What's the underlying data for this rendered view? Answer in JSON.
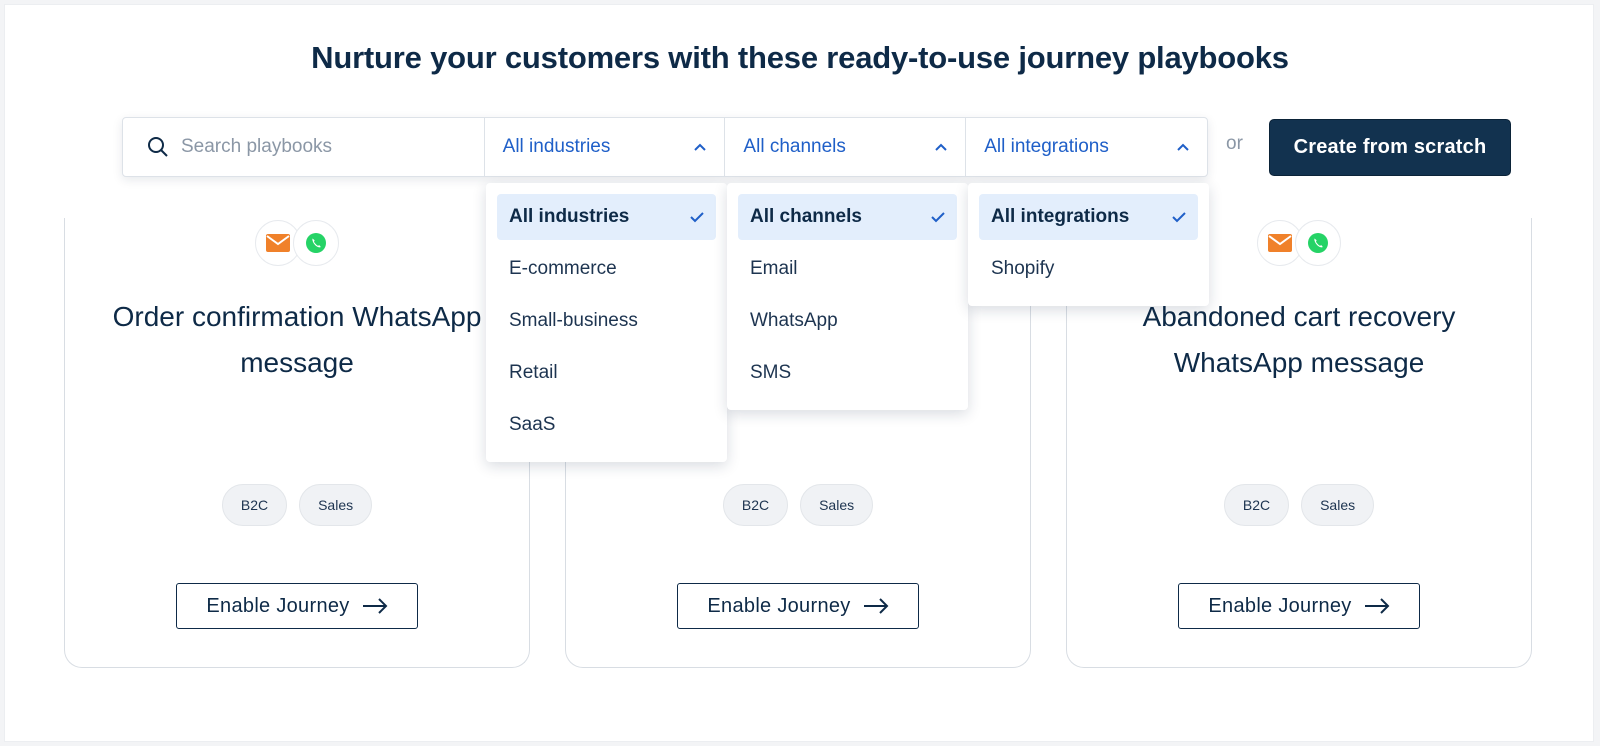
{
  "headline": "Nurture your customers with these ready-to-use journey playbooks",
  "search": {
    "placeholder": "Search playbooks"
  },
  "filters": {
    "industries": {
      "label": "All industries",
      "options": [
        "All industries",
        "E-commerce",
        "Small-business",
        "Retail",
        "SaaS"
      ],
      "selected": "All industries"
    },
    "channels": {
      "label": "All channels",
      "options": [
        "All channels",
        "Email",
        "WhatsApp",
        "SMS"
      ],
      "selected": "All channels"
    },
    "integrations": {
      "label": "All integrations",
      "options": [
        "All integrations",
        "Shopify"
      ],
      "selected": "All integrations"
    }
  },
  "or_text": "or",
  "create_button": "Create from scratch",
  "cards": [
    {
      "title": "Order confirmation WhatsApp message",
      "tags": [
        "B2C",
        "Sales"
      ],
      "button": "Enable Journey"
    },
    {
      "title": "",
      "tags": [
        "B2C",
        "Sales"
      ],
      "button": "Enable Journey"
    },
    {
      "title": "Abandoned cart recovery WhatsApp message",
      "tags": [
        "B2C",
        "Sales"
      ],
      "button": "Enable Journey"
    }
  ],
  "colors": {
    "primary": "#12324f",
    "link_blue": "#1f5fc8",
    "selected_bg": "#e3eefc",
    "mail_orange": "#f0812a",
    "whatsapp_green": "#25d366"
  },
  "icons": [
    "search-icon",
    "chevron-up-icon",
    "check-icon",
    "mail-icon",
    "whatsapp-icon",
    "arrow-right-icon"
  ]
}
